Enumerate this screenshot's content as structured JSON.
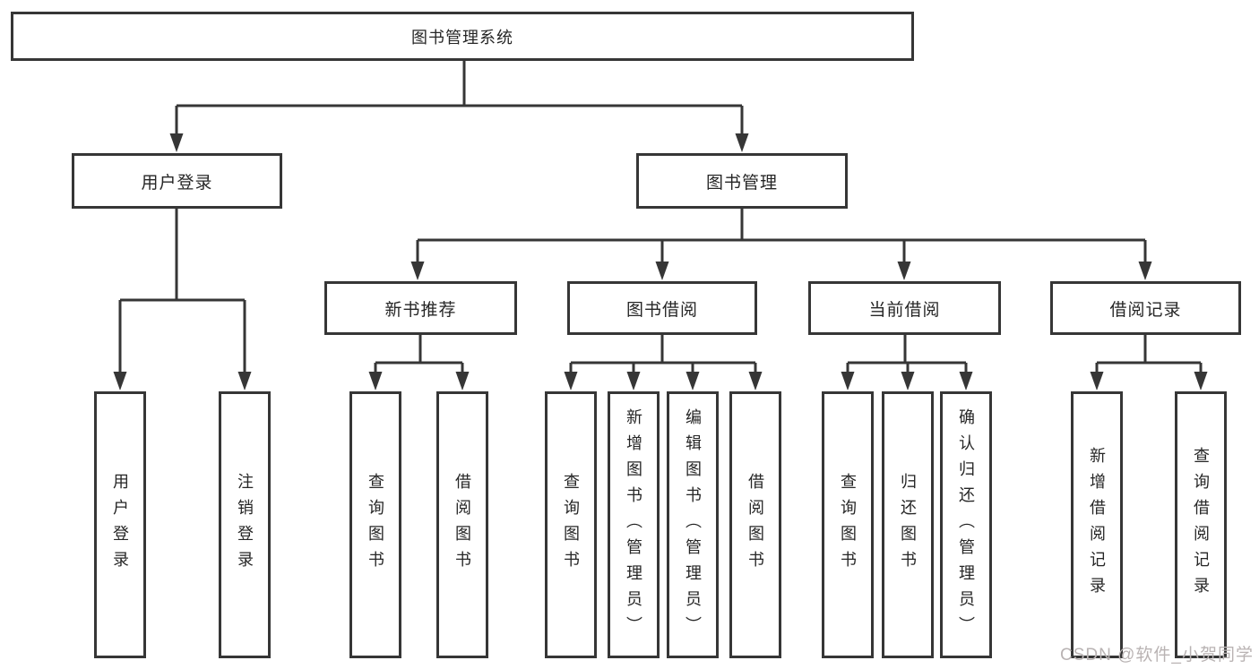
{
  "tree": {
    "root": "图书管理系统",
    "children": [
      {
        "label": "用户登录",
        "children": [
          "用户登录",
          "注销登录"
        ]
      },
      {
        "label": "图书管理",
        "children": [
          {
            "label": "新书推荐",
            "children": [
              "查询图书",
              "借阅图书"
            ]
          },
          {
            "label": "图书借阅",
            "children": [
              "查询图书",
              "新增图书（管理员）",
              "编辑图书（管理员）",
              "借阅图书"
            ]
          },
          {
            "label": "当前借阅",
            "children": [
              "查询图书",
              "归还图书",
              "确认归还（管理员）"
            ]
          },
          {
            "label": "借阅记录",
            "children": [
              "新增借阅记录",
              "查询借阅记录"
            ]
          }
        ]
      }
    ]
  },
  "watermark": "CSDN @软件_小贺同学",
  "colors": {
    "line": "#363636",
    "text": "#262626",
    "watermark": "#b9b3b3",
    "bg": "#ffffff"
  }
}
